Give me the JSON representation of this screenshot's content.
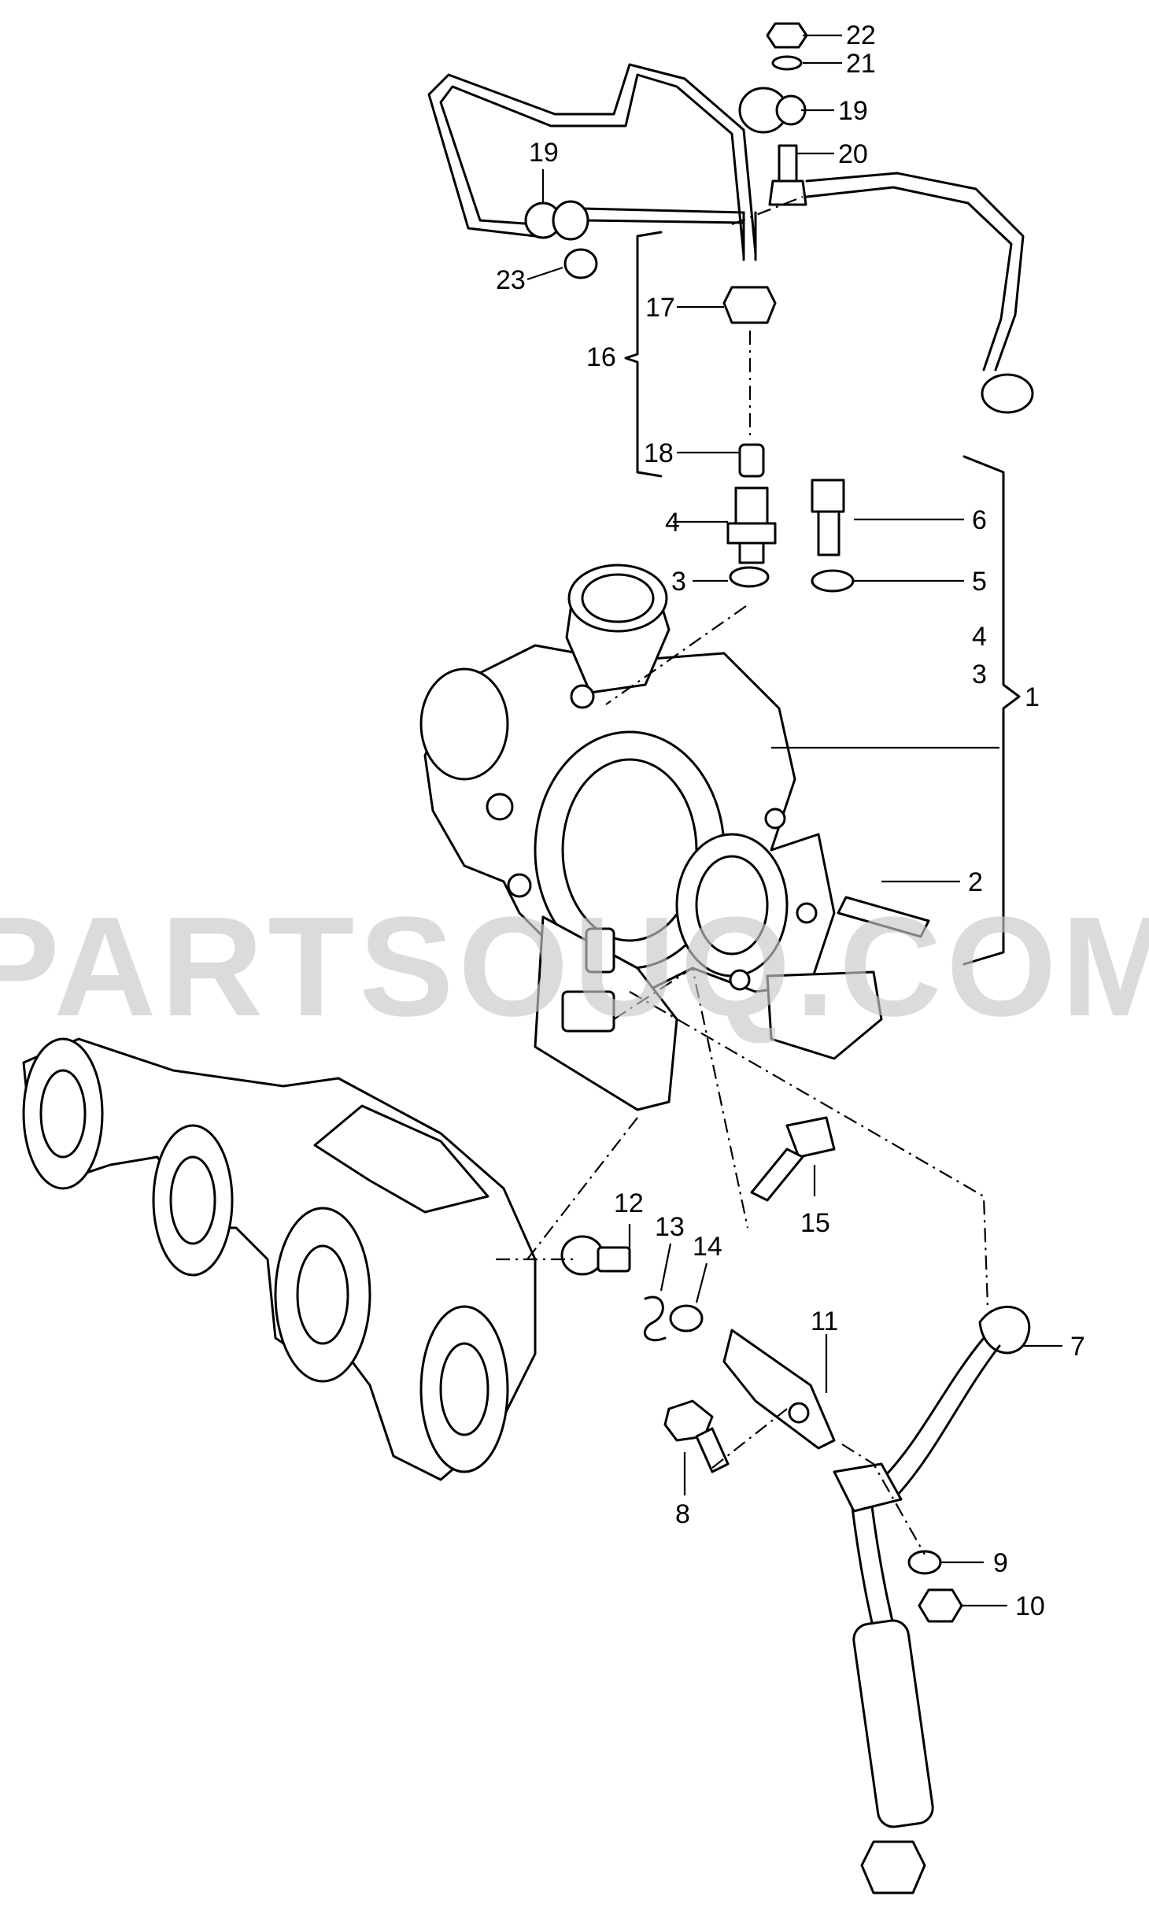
{
  "diagram": {
    "callouts": [
      "22",
      "21",
      "19",
      "20",
      "19",
      "23",
      "17",
      "16",
      "18",
      "4",
      "3",
      "6",
      "5",
      "4",
      "3",
      "1",
      "2",
      "12",
      "13",
      "14",
      "15",
      "11",
      "7",
      "8",
      "9",
      "10"
    ]
  },
  "watermark": {
    "text": "PARTSOUQ.COM"
  },
  "colors": {
    "line": "#000000",
    "background": "#ffffff",
    "watermark": "#c8c8c8"
  }
}
